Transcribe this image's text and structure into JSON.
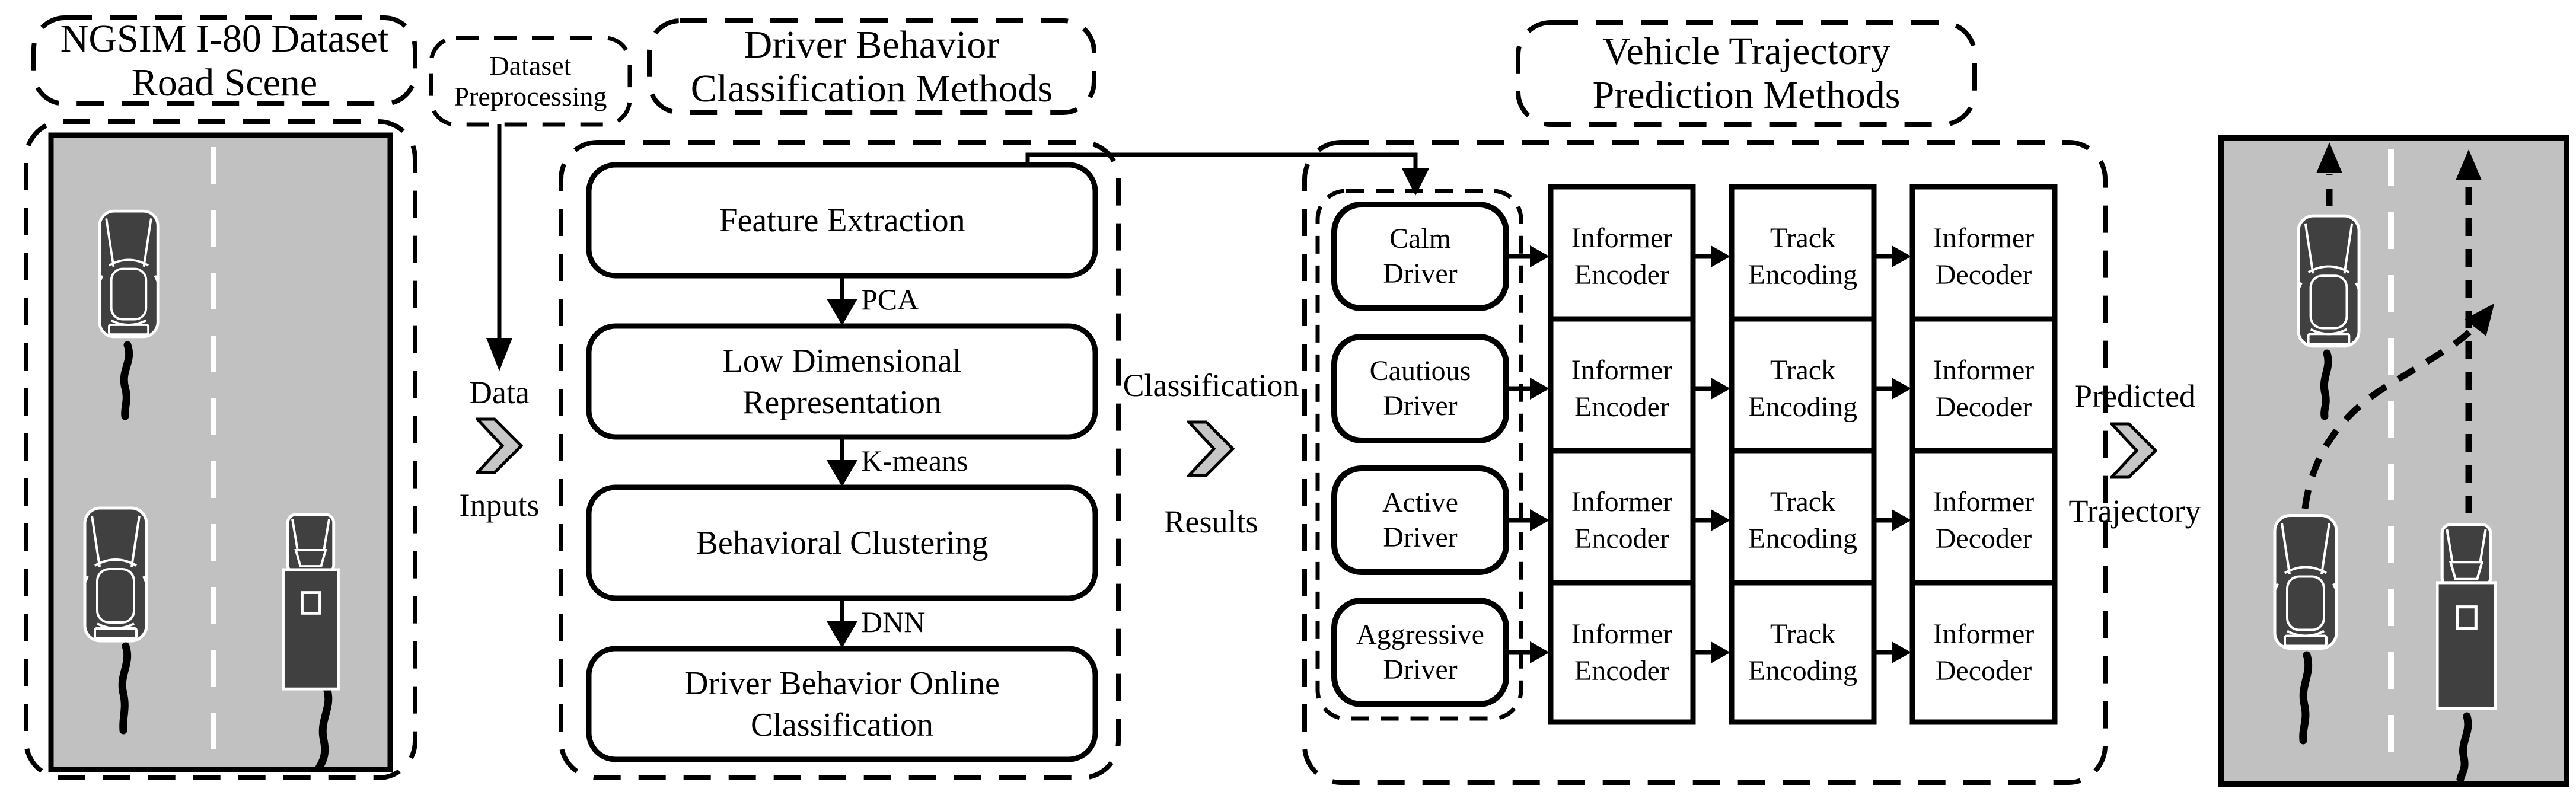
{
  "figure": {
    "dataset_title": {
      "line1": "NGSIM I-80 Dataset",
      "line2": "Road Scene"
    },
    "preprocessing": {
      "line1": "Dataset",
      "line2": "Preprocessing"
    },
    "classification_title": {
      "line1": "Driver Behavior",
      "line2": "Classification Methods"
    },
    "prediction_title": {
      "line1": "Vehicle Trajectory",
      "line2": "Prediction Methods"
    },
    "flow": {
      "steps": [
        {
          "line1": "Feature Extraction",
          "line2": ""
        },
        {
          "line1": "Low Dimensional",
          "line2": "Representation"
        },
        {
          "line1": "Behavioral Clustering",
          "line2": ""
        },
        {
          "line1": "Driver Behavior Online",
          "line2": "Classification"
        }
      ],
      "arrow_labels": [
        "PCA",
        "K-means",
        "DNN"
      ]
    },
    "connectors": {
      "data_inputs": {
        "top": "Data",
        "bottom": "Inputs"
      },
      "classification_results": {
        "top": "Classification",
        "bottom": "Results"
      },
      "predicted_trajectory": {
        "top": "Predicted",
        "bottom": "Trajectory"
      }
    },
    "prediction": {
      "rows": [
        {
          "driver": {
            "line1": "Calm",
            "line2": "Driver"
          },
          "encoder": {
            "line1": "Informer",
            "line2": "Encoder"
          },
          "track": {
            "line1": "Track",
            "line2": "Encoding"
          },
          "decoder": {
            "line1": "Informer",
            "line2": "Decoder"
          }
        },
        {
          "driver": {
            "line1": "Cautious",
            "line2": "Driver"
          },
          "encoder": {
            "line1": "Informer",
            "line2": "Encoder"
          },
          "track": {
            "line1": "Track",
            "line2": "Encoding"
          },
          "decoder": {
            "line1": "Informer",
            "line2": "Decoder"
          }
        },
        {
          "driver": {
            "line1": "Active",
            "line2": "Driver"
          },
          "encoder": {
            "line1": "Informer",
            "line2": "Encoder"
          },
          "track": {
            "line1": "Track",
            "line2": "Encoding"
          },
          "decoder": {
            "line1": "Informer",
            "line2": "Decoder"
          }
        },
        {
          "driver": {
            "line1": "Aggressive",
            "line2": "Driver"
          },
          "encoder": {
            "line1": "Informer",
            "line2": "Encoder"
          },
          "track": {
            "line1": "Track",
            "line2": "Encoding"
          },
          "decoder": {
            "line1": "Informer",
            "line2": "Decoder"
          }
        }
      ]
    },
    "colors": {
      "road": "#c1c1c1",
      "vehicle": "#404040",
      "chevron": "#c6c6c6",
      "line": "#000000",
      "lane_marking": "#ffffff"
    }
  }
}
